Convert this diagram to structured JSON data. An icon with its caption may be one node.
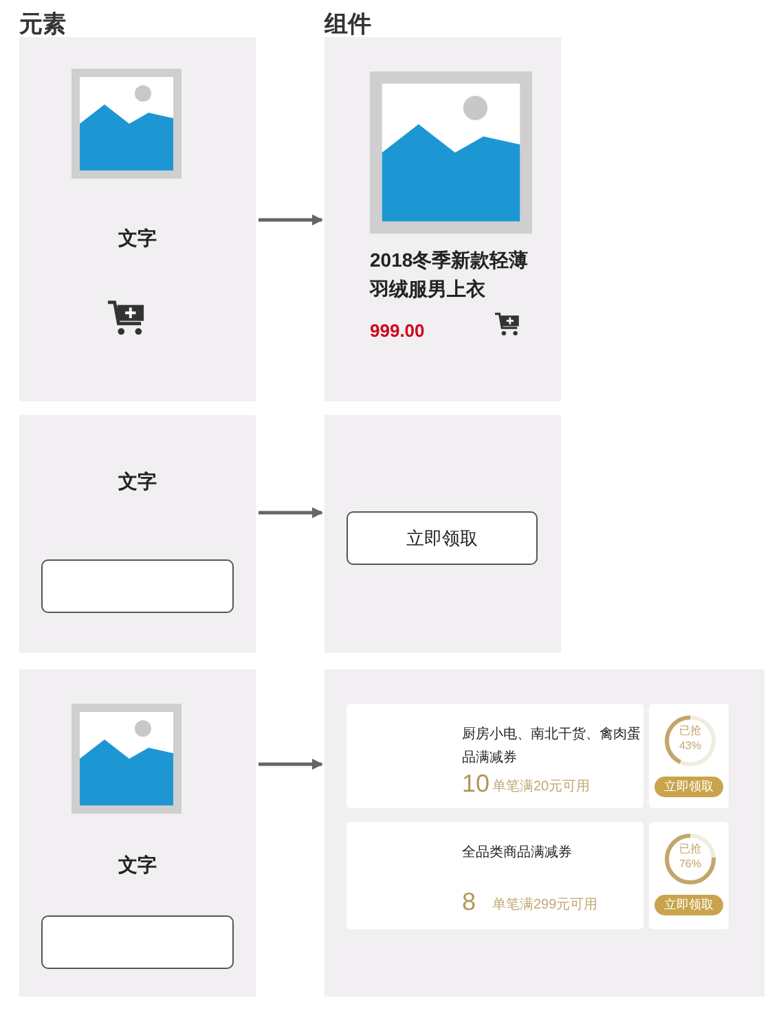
{
  "diagram": {
    "nodes": [
      {
        "text": [
          "文字"
        ]
      },
      {
        "text": [
          "2018冬季新款轻薄羽绒服男上衣",
          "999.00"
        ]
      },
      {
        "text": [
          "文字"
        ]
      },
      {
        "text": [],
        "shape": "box",
        "in": 2
      },
      {
        "text": [],
        "shape": "box"
      },
      {
        "text": [
          "立即领取"
        ],
        "in": 4
      },
      {
        "text": [
          "文字"
        ]
      },
      {
        "text": [],
        "shape": "box",
        "in": 6
      },
      {
        "text": [],
        "shape": "box"
      },
      {
        "text": [
          "厨房小电、南北干货、禽肉蛋品满减券",
          "10",
          "单笔满20元可用"
        ],
        "in": 8
      },
      {
        "text": [
          "已抢 43%",
          "立即领取"
        ],
        "in": 8
      },
      {
        "text": [
          "全品类商品满减券",
          "8",
          "单笔满299元可用"
        ],
        "in": 8
      },
      {
        "text": [
          "已抢 76%",
          "立即领取"
        ],
        "in": 8
      }
    ],
    "edges": [
      {
        "from": 0,
        "to": 1,
        "arrow": "to"
      },
      {
        "from": 2,
        "to": 4,
        "arrow": "to"
      },
      {
        "from": 6,
        "to": 8,
        "arrow": "to"
      }
    ],
    "labels": [
      "元素",
      "组件"
    ]
  }
}
